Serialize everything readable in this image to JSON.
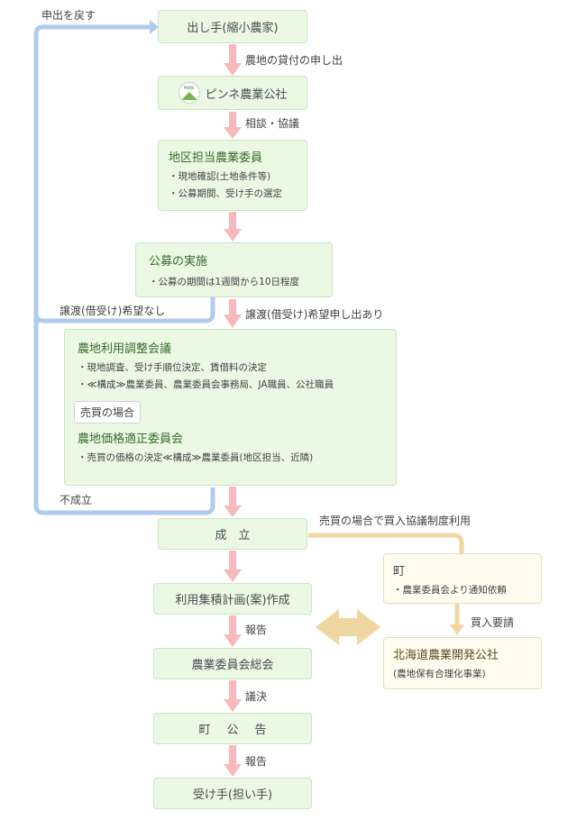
{
  "colors": {
    "box_fill": "#eaf8e4",
    "box_border": "#c9e7bd",
    "pink_arrow": "#f8b9bd",
    "blue_loop": "#aecbf0",
    "orange": "#f0d6a0"
  },
  "loop_label": "申出を戻す",
  "nodes": {
    "seller": "出し手(縮小農家)",
    "pinne_logo_text": "PINNE",
    "pinne": "ピンネ農業公社",
    "committee": {
      "title": "地区担当農業委員",
      "items": [
        "・現地確認(土地条件等)",
        "・公募期間、受け手の選定"
      ]
    },
    "koubo": {
      "title": "公募の実施",
      "items": [
        "・公募の期間は1週間から10日程度"
      ]
    },
    "chousei": {
      "title": "農地利用調整会議",
      "items": [
        "・現地調査、受け手順位決定、賃借料の決定",
        "・≪構成≫農業委員、農業委員会事務局、JA職員、公社職員"
      ],
      "sale_tag": "売買の場合",
      "price_title": "農地価格適正委員会",
      "price_items": [
        "・売買の価格の決定≪構成≫農業委員(地区担当、近隣)"
      ]
    },
    "seiritsu": "成　立",
    "plan": "利用集積計画(案)作成",
    "soukai": "農業委員会総会",
    "kokoku": "町公告",
    "receiver": "受け手(担い手)",
    "town": {
      "title": "町",
      "items": [
        "・農業委員会より通知依頼"
      ]
    },
    "hokkaido": {
      "title": "北海道農業開発公社",
      "items": [
        "(農地保有合理化事業)"
      ]
    }
  },
  "edges": {
    "e1": "農地の貸付の申し出",
    "e2": "相談・協議",
    "e4": "譲渡(借受け)希望申し出あり",
    "no_request": "譲渡(借受け)希望なし",
    "fail": "不成立",
    "sale_route": "売買の場合で買入協議制度利用",
    "buy_request": "買入要請",
    "report1": "報告",
    "decision": "議決",
    "report2": "報告"
  }
}
